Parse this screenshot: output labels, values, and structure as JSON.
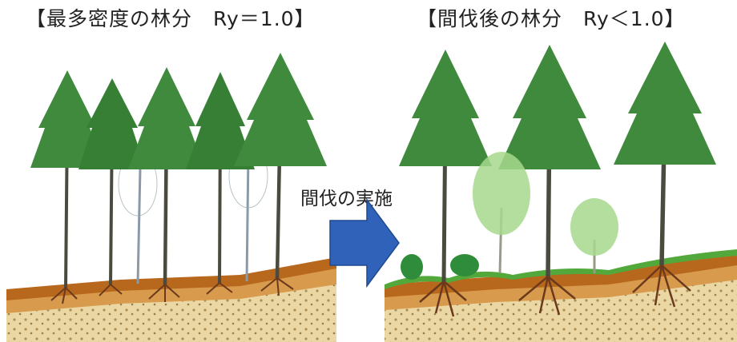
{
  "left_panel": {
    "title": "【最多密度の林分　Ry＝1.0】"
  },
  "right_panel": {
    "title": "【間伐後の林分　Ry＜1.0】"
  },
  "arrow": {
    "label": "間伐の実施",
    "color": "#2f62b8"
  },
  "colors": {
    "foliage": "#3f8a3c",
    "foliage_light": "#7dbd5a",
    "trunk": "#4a4a3f",
    "soil_top": "#b8681d",
    "soil_mid": "#d89a4c",
    "soil_bottom": "#ead7a3",
    "grass": "#52a83a",
    "root": "#6b3a1c"
  }
}
